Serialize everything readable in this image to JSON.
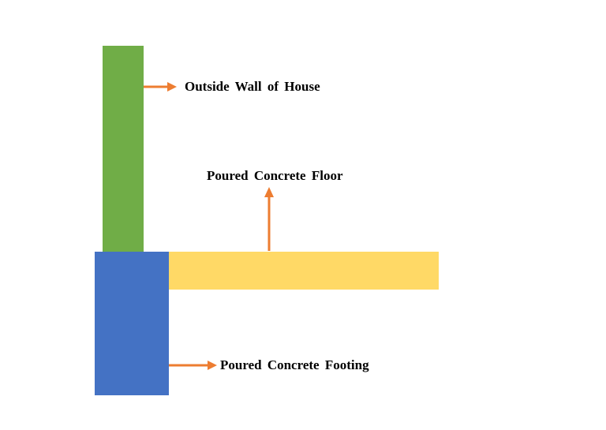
{
  "diagram": {
    "components": [
      {
        "id": "wall",
        "label": "Outside Wall of House",
        "color": "#70AD47"
      },
      {
        "id": "floor",
        "label": "Poured Concrete Floor",
        "color": "#FFD966"
      },
      {
        "id": "footing",
        "label": "Poured Concrete Footing",
        "color": "#4472C4"
      }
    ],
    "arrow_color": "#ED7D31"
  }
}
